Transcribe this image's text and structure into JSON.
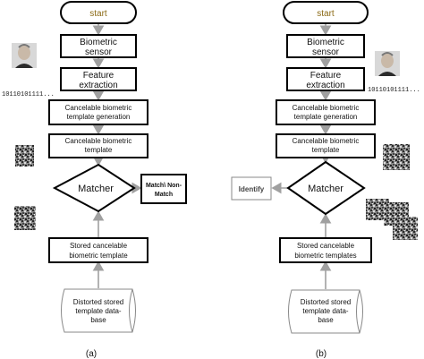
{
  "left": {
    "start": "start",
    "sensor": [
      "Biometric",
      "sensor"
    ],
    "feature": [
      "Feature",
      "extraction"
    ],
    "binary": "10110101111...",
    "generation": [
      "Cancelable biometric",
      "template generation"
    ],
    "template": [
      "Cancelable biometric",
      "template"
    ],
    "matcher": "Matcher",
    "result": [
      "Match\\ Non-",
      "Match"
    ],
    "stored": [
      "Stored cancelable",
      "biometric template"
    ],
    "database": [
      "Distorted stored",
      "template data-",
      "base"
    ],
    "caption": "(a)"
  },
  "right": {
    "start": "start",
    "sensor": [
      "Biometric",
      "sensor"
    ],
    "feature": [
      "Feature",
      "extraction"
    ],
    "binary": "10110101111...",
    "generation": [
      "Cancelable biometric",
      "template generation"
    ],
    "template": [
      "Cancelable biometric",
      "template"
    ],
    "matcher": "Matcher",
    "result": "Identify",
    "stored": [
      "Stored cancelable",
      "biometric templates"
    ],
    "database": [
      "Distorted stored",
      "template data-",
      "base"
    ],
    "caption": "(b)"
  },
  "colors": {
    "start_text": "#8b6914",
    "arrow": "#a0a0a0",
    "border": "#000000"
  }
}
